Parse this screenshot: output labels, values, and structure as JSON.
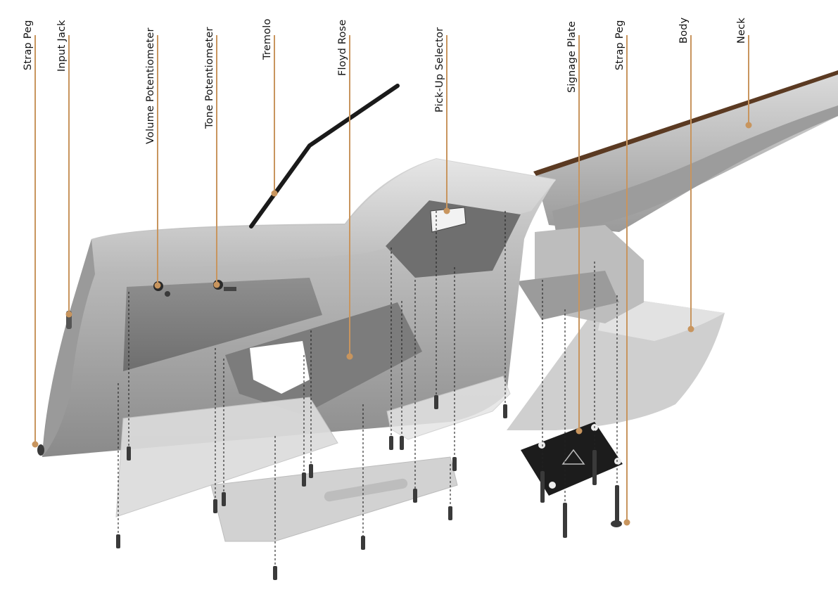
{
  "labels": {
    "strap_peg_left": "Strap Peg",
    "input_jack": "Input Jack",
    "volume_pot": "Volume Potentiometer",
    "tone_pot": "Tone Potentiometer",
    "tremolo": "Tremolo",
    "floyd_rose": "Floyd Rose",
    "pickup_selector": "Pick-Up Selector",
    "signage_plate": "Signage Plate",
    "strap_peg_right": "Strap Peg",
    "body": "Body",
    "neck": "Neck"
  },
  "colors": {
    "leader": "#c8955e",
    "body_light": "#c9c9c9",
    "body_mid": "#a9a9a9",
    "body_dark": "#7f7f7f",
    "fretboard": "#5b3a22",
    "cover_plate": "#d8d8d8",
    "signage_plate": "#1c1c1c"
  }
}
